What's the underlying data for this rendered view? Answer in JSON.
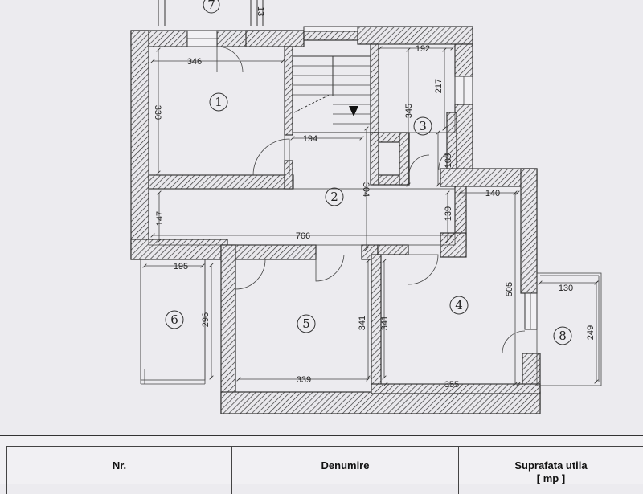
{
  "plan": {
    "top_room_number": "7",
    "top_room_dimension": "13",
    "rooms": [
      {
        "id": "1",
        "label": "1"
      },
      {
        "id": "2",
        "label": "2"
      },
      {
        "id": "3",
        "label": "3"
      },
      {
        "id": "4",
        "label": "4"
      },
      {
        "id": "5",
        "label": "5"
      },
      {
        "id": "6",
        "label": "6"
      },
      {
        "id": "8",
        "label": "8"
      }
    ],
    "dimensions": {
      "r1_width": "346",
      "r1_height": "330",
      "r3_width": "192",
      "r3_height_a": "217",
      "r3_height_b": "345",
      "r3_height_c": "109",
      "hall_top": "194",
      "hall_height": "304",
      "hall_left": "147",
      "hall_right": "139",
      "hall_length": "766",
      "r4_top": "140",
      "r4_height": "505",
      "r4_left": "341",
      "r4_width": "355",
      "r5_height": "341",
      "r5_width": "339",
      "r6_width": "195",
      "r6_height": "296",
      "r8_width": "130",
      "r8_height": "249"
    }
  },
  "table": {
    "col1_header": "Nr.",
    "col2_header": "Denumire",
    "col3_header_line1": "Suprafata utila",
    "col3_header_line2": "[ mp ]"
  }
}
